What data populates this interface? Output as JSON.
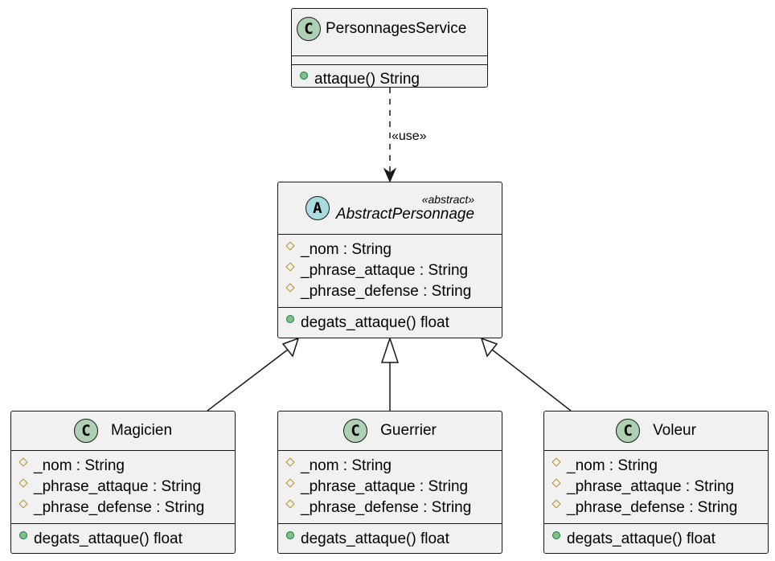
{
  "diagram": {
    "service": {
      "name": "PersonnagesService",
      "methods": [
        {
          "visibility": "public",
          "text": "attaque() String"
        }
      ]
    },
    "abstract_class": {
      "stereotype": "«abstract»",
      "name": "AbstractPersonnage",
      "attributes": [
        {
          "visibility": "protected",
          "text": "_nom : String"
        },
        {
          "visibility": "protected",
          "text": "_phrase_attaque : String"
        },
        {
          "visibility": "protected",
          "text": "_phrase_defense : String"
        }
      ],
      "methods": [
        {
          "visibility": "public",
          "text": "degats_attaque() float"
        }
      ]
    },
    "subclasses": [
      {
        "name": "Magicien",
        "attributes": [
          {
            "visibility": "protected",
            "text": "_nom : String"
          },
          {
            "visibility": "protected",
            "text": "_phrase_attaque : String"
          },
          {
            "visibility": "protected",
            "text": "_phrase_defense : String"
          }
        ],
        "methods": [
          {
            "visibility": "public",
            "text": "degats_attaque() float"
          }
        ]
      },
      {
        "name": "Guerrier",
        "attributes": [
          {
            "visibility": "protected",
            "text": "_nom : String"
          },
          {
            "visibility": "protected",
            "text": "_phrase_attaque : String"
          },
          {
            "visibility": "protected",
            "text": "_phrase_defense : String"
          }
        ],
        "methods": [
          {
            "visibility": "public",
            "text": "degats_attaque() float"
          }
        ]
      },
      {
        "name": "Voleur",
        "attributes": [
          {
            "visibility": "protected",
            "text": "_nom : String"
          },
          {
            "visibility": "protected",
            "text": "_phrase_attaque : String"
          },
          {
            "visibility": "protected",
            "text": "_phrase_defense : String"
          }
        ],
        "methods": [
          {
            "visibility": "public",
            "text": "degats_attaque() float"
          }
        ]
      }
    ],
    "use_label": "«use»",
    "badges": {
      "class_letter": "C",
      "abstract_letter": "A"
    },
    "colors": {
      "class_badge": "#add1b2",
      "abstract_badge": "#a9dcdf",
      "box_fill": "#f1f1f1",
      "border": "#181818",
      "protected_marker": "#b38d22",
      "public_marker": "#84be84"
    }
  }
}
